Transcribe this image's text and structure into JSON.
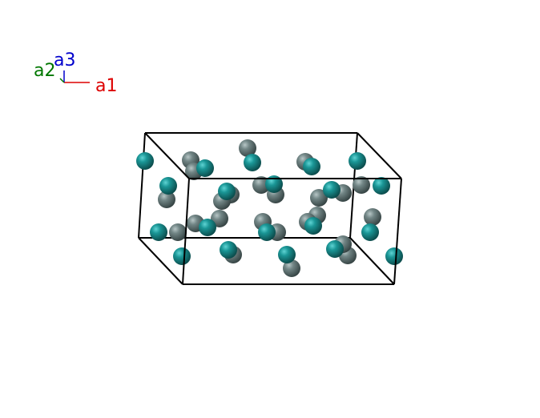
{
  "axes": {
    "a1": {
      "label": "a1",
      "color": "#dd0000"
    },
    "a2": {
      "label": "a2",
      "color": "#007700"
    },
    "a3": {
      "label": "a3",
      "color": "#0000cc"
    }
  },
  "atom_colors": {
    "teal": "#1a8a8a",
    "gray": "#6f8383"
  },
  "cell_line_color": "#000000"
}
